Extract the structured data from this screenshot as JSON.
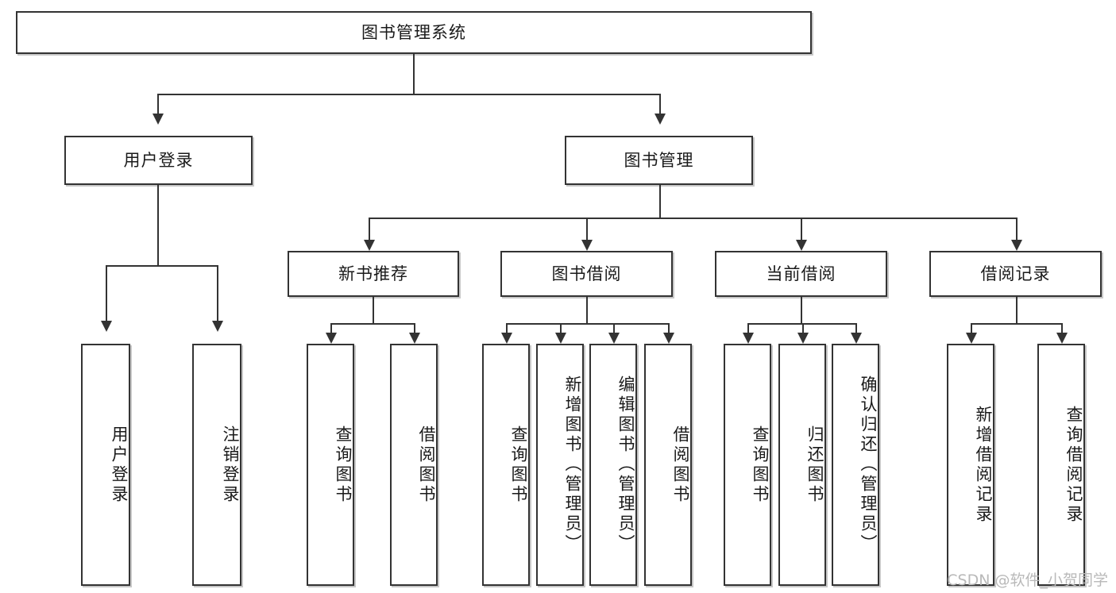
{
  "diagram": {
    "title": "图书管理系统",
    "type": "tree-hierarchy",
    "watermark": "CSDN @软件_小贺同学",
    "colors": {
      "box_border": "#333333",
      "box_fill": "#ffffff",
      "connector": "#333333",
      "text": "#1a1a1a",
      "watermark": "#b9b9b9",
      "background": "#ffffff"
    },
    "root": {
      "label": "图书管理系统"
    },
    "level2": [
      {
        "label": "用户登录"
      },
      {
        "label": "图书管理"
      }
    ],
    "level3": [
      {
        "label": "新书推荐"
      },
      {
        "label": "图书借阅"
      },
      {
        "label": "当前借阅"
      },
      {
        "label": "借阅记录"
      }
    ],
    "leaves": {
      "user_login": [
        {
          "label": "用户登录"
        },
        {
          "label": "注销登录"
        }
      ],
      "new_book": [
        {
          "label": "查询图书"
        },
        {
          "label": "借阅图书"
        }
      ],
      "book_borrow": [
        {
          "label": "查询图书"
        },
        {
          "label": "新增图书（管理员）"
        },
        {
          "label": "编辑图书（管理员）"
        },
        {
          "label": "借阅图书"
        }
      ],
      "current_borrow": [
        {
          "label": "查询图书"
        },
        {
          "label": "归还图书"
        },
        {
          "label": "确认归还（管理员）"
        }
      ],
      "borrow_record": [
        {
          "label": "新增借阅记录"
        },
        {
          "label": "查询借阅记录"
        }
      ]
    }
  }
}
